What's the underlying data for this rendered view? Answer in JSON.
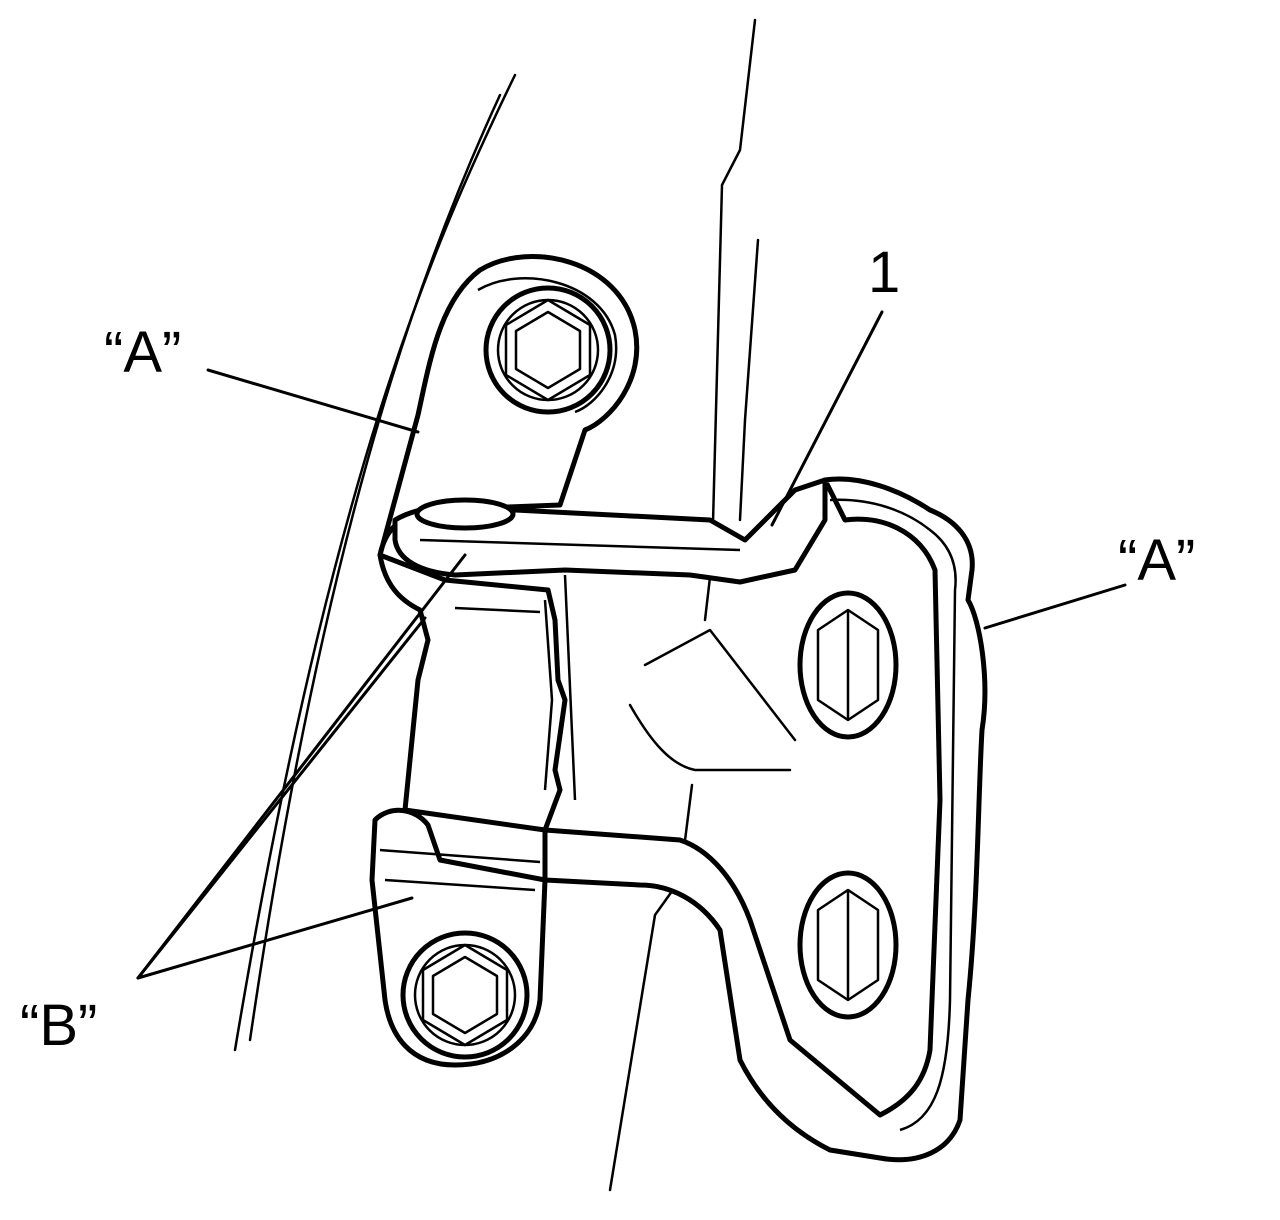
{
  "callouts": {
    "part_number": "1",
    "label_a_left": "“A”",
    "label_a_right": "“A”",
    "label_b": "“B”"
  }
}
